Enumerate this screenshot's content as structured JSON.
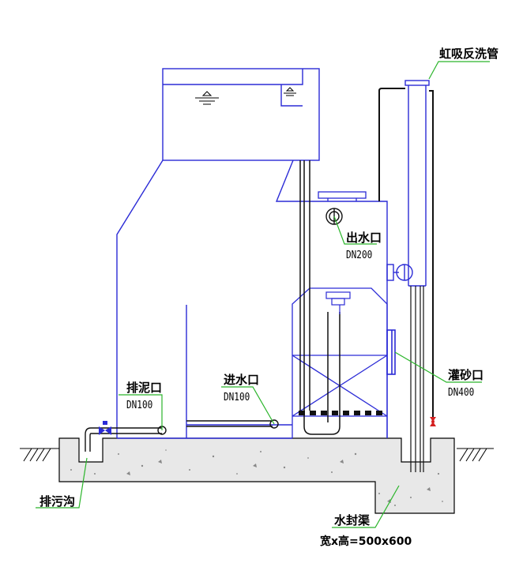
{
  "labels": {
    "siphon_pipe": "虹吸反洗管",
    "outlet": "出水口",
    "outlet_size": "DN200",
    "sand_port": "灌砂口",
    "sand_port_size": "DN400",
    "sludge_port": "排泥口",
    "sludge_port_size": "DN100",
    "inlet": "进水口",
    "inlet_size": "DN100",
    "sewer_ditch": "排污沟",
    "water_seal_channel": "水封渠",
    "channel_dimensions": "宽x高=500x600"
  },
  "colors": {
    "structure": "#2b2bd6",
    "pipe": "#111111",
    "concrete": "#e8e8e8",
    "leader": "#2bb52b",
    "valve": "#d42020"
  }
}
